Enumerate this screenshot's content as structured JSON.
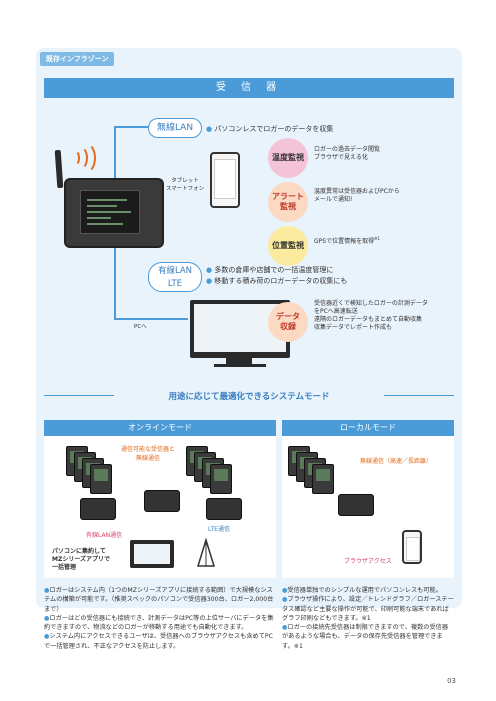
{
  "panel": {
    "tag": "既存インフラゾーン"
  },
  "receiver": {
    "title": "受 信 器"
  },
  "wireless": {
    "pill": "無線LAN",
    "bullet": "パソコンレスでロガーのデータを収集",
    "device_label_l1": "タブレット",
    "device_label_l2": "スマートフォン"
  },
  "features": [
    {
      "title": "温度監視",
      "desc_l1": "ロガーの過去データ閲覧",
      "desc_l2": "ブラウザで見える化",
      "color": "#f4c3d8"
    },
    {
      "title": "アラート\n監視",
      "desc_l1": "温度異常は受信器およびPCから",
      "desc_l2": "メールで通知!",
      "color": "#fbd9c3"
    },
    {
      "title": "位置監視",
      "desc_l1": "GPSで位置情報を取得",
      "desc_l2": "",
      "color": "#fbeb9f",
      "note": "※1"
    }
  ],
  "wired": {
    "pill_l1": "有線LAN",
    "pill_l2": "LTE",
    "bullet1": "多数の倉庫や店舗での一括温度管理に",
    "bullet2": "移動する積み荷のロガーデータの収集にも",
    "pc_label": "PCへ"
  },
  "data_collect": {
    "title": "データ\n収録",
    "color": "#fbd9c3",
    "desc_l1": "受信器近くで検知したロガーの計測データ",
    "desc_l2": "をPCへ高速転送",
    "desc_l3": "遠隔のロガーデータもまとめて自動収集",
    "desc_l4": "収集データでレポート作成も"
  },
  "mode_title": "用途に応じて最適化できるシステムモード",
  "online": {
    "title": "オンラインモード",
    "tag_wireless_l1": "通信可能な受信器と",
    "tag_wireless_l2": "無線通信",
    "tag_wired": "有線LAN通信",
    "tag_lte": "LTE通信",
    "pc_note_l1": "パソコンに集約して",
    "pc_note_l2": "MZシリーズアプリで",
    "pc_note_l3": "一括管理",
    "notes": [
      "ロガーはシステム内（1つのMZシリーズアプリに接続する範囲）で大規模なシステムの構築が可能です。（推奨スペックのパソコンで受信器300台、ロガー2,000台まで）",
      "ロガーはどの受信器にも接続でき、計測データはPC等の上位サーバにデータを集約できますので、物流などのロガーが移動する用途でも自動化できます。",
      "システム内にアクセスできるユーザは、受信器へのブラウザアクセスも含めてPCで一括管理され、不正なアクセスを防止します。"
    ]
  },
  "local": {
    "title": "ローカルモード",
    "tag_wireless": "無線通信（高速／長距離）",
    "tag_browser": "ブラウザアクセス",
    "notes": [
      "受信器単独でのシンプルな運用でパソコンレスも可能。",
      "ブラウザ操作により、設定／トレンドグラフ／ロガーステータス確認など主要な操作が可能で、印刷可能な端末であればグラフ印刷などもできます。※1",
      "ロガーの接続先受信器は制限できますので、複数の受信器があるような場合も、データの保存先受信器を管理できます。※1"
    ]
  },
  "page_number": "03"
}
